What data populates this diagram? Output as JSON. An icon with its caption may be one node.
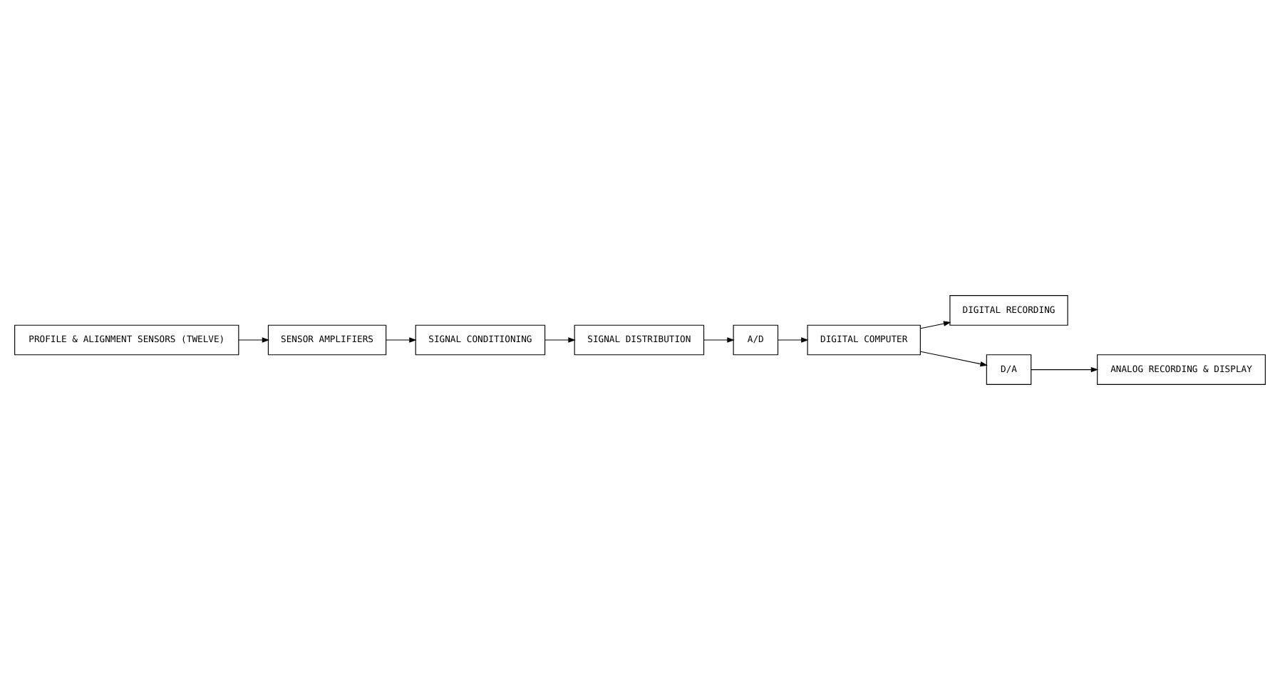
{
  "diagram": {
    "nodes": [
      {
        "text": [
          "PROFILE & ALIGNMENT SENSORS (TWELVE)"
        ]
      },
      {
        "text": [
          "DIGITAL COMPUTER"
        ]
      },
      {
        "text": [
          "DIGITAL RECORDING"
        ]
      },
      {
        "text": [
          "D/A"
        ]
      },
      {
        "text": [
          "A/D"
        ]
      },
      {
        "text": [
          "SENSOR AMPLIFIERS"
        ]
      },
      {
        "text": [
          "SIGNAL CONDITIONING"
        ]
      },
      {
        "text": [
          "SIGNAL DISTRIBUTION"
        ]
      },
      {
        "text": [
          "ANALOG RECORDING & DISPLAY"
        ]
      }
    ],
    "edges": [
      {
        "from": 0,
        "to": 5,
        "arrow": "to"
      },
      {
        "from": 5,
        "to": 6,
        "arrow": "to"
      },
      {
        "from": 6,
        "to": 7,
        "arrow": "to"
      },
      {
        "from": 7,
        "to": 4,
        "arrow": "to"
      },
      {
        "from": 4,
        "to": 1,
        "arrow": "to"
      },
      {
        "from": 1,
        "to": 2,
        "arrow": "to"
      },
      {
        "from": 1,
        "to": 3,
        "arrow": "to"
      },
      {
        "from": 3,
        "to": 8,
        "arrow": "to"
      }
    ]
  }
}
